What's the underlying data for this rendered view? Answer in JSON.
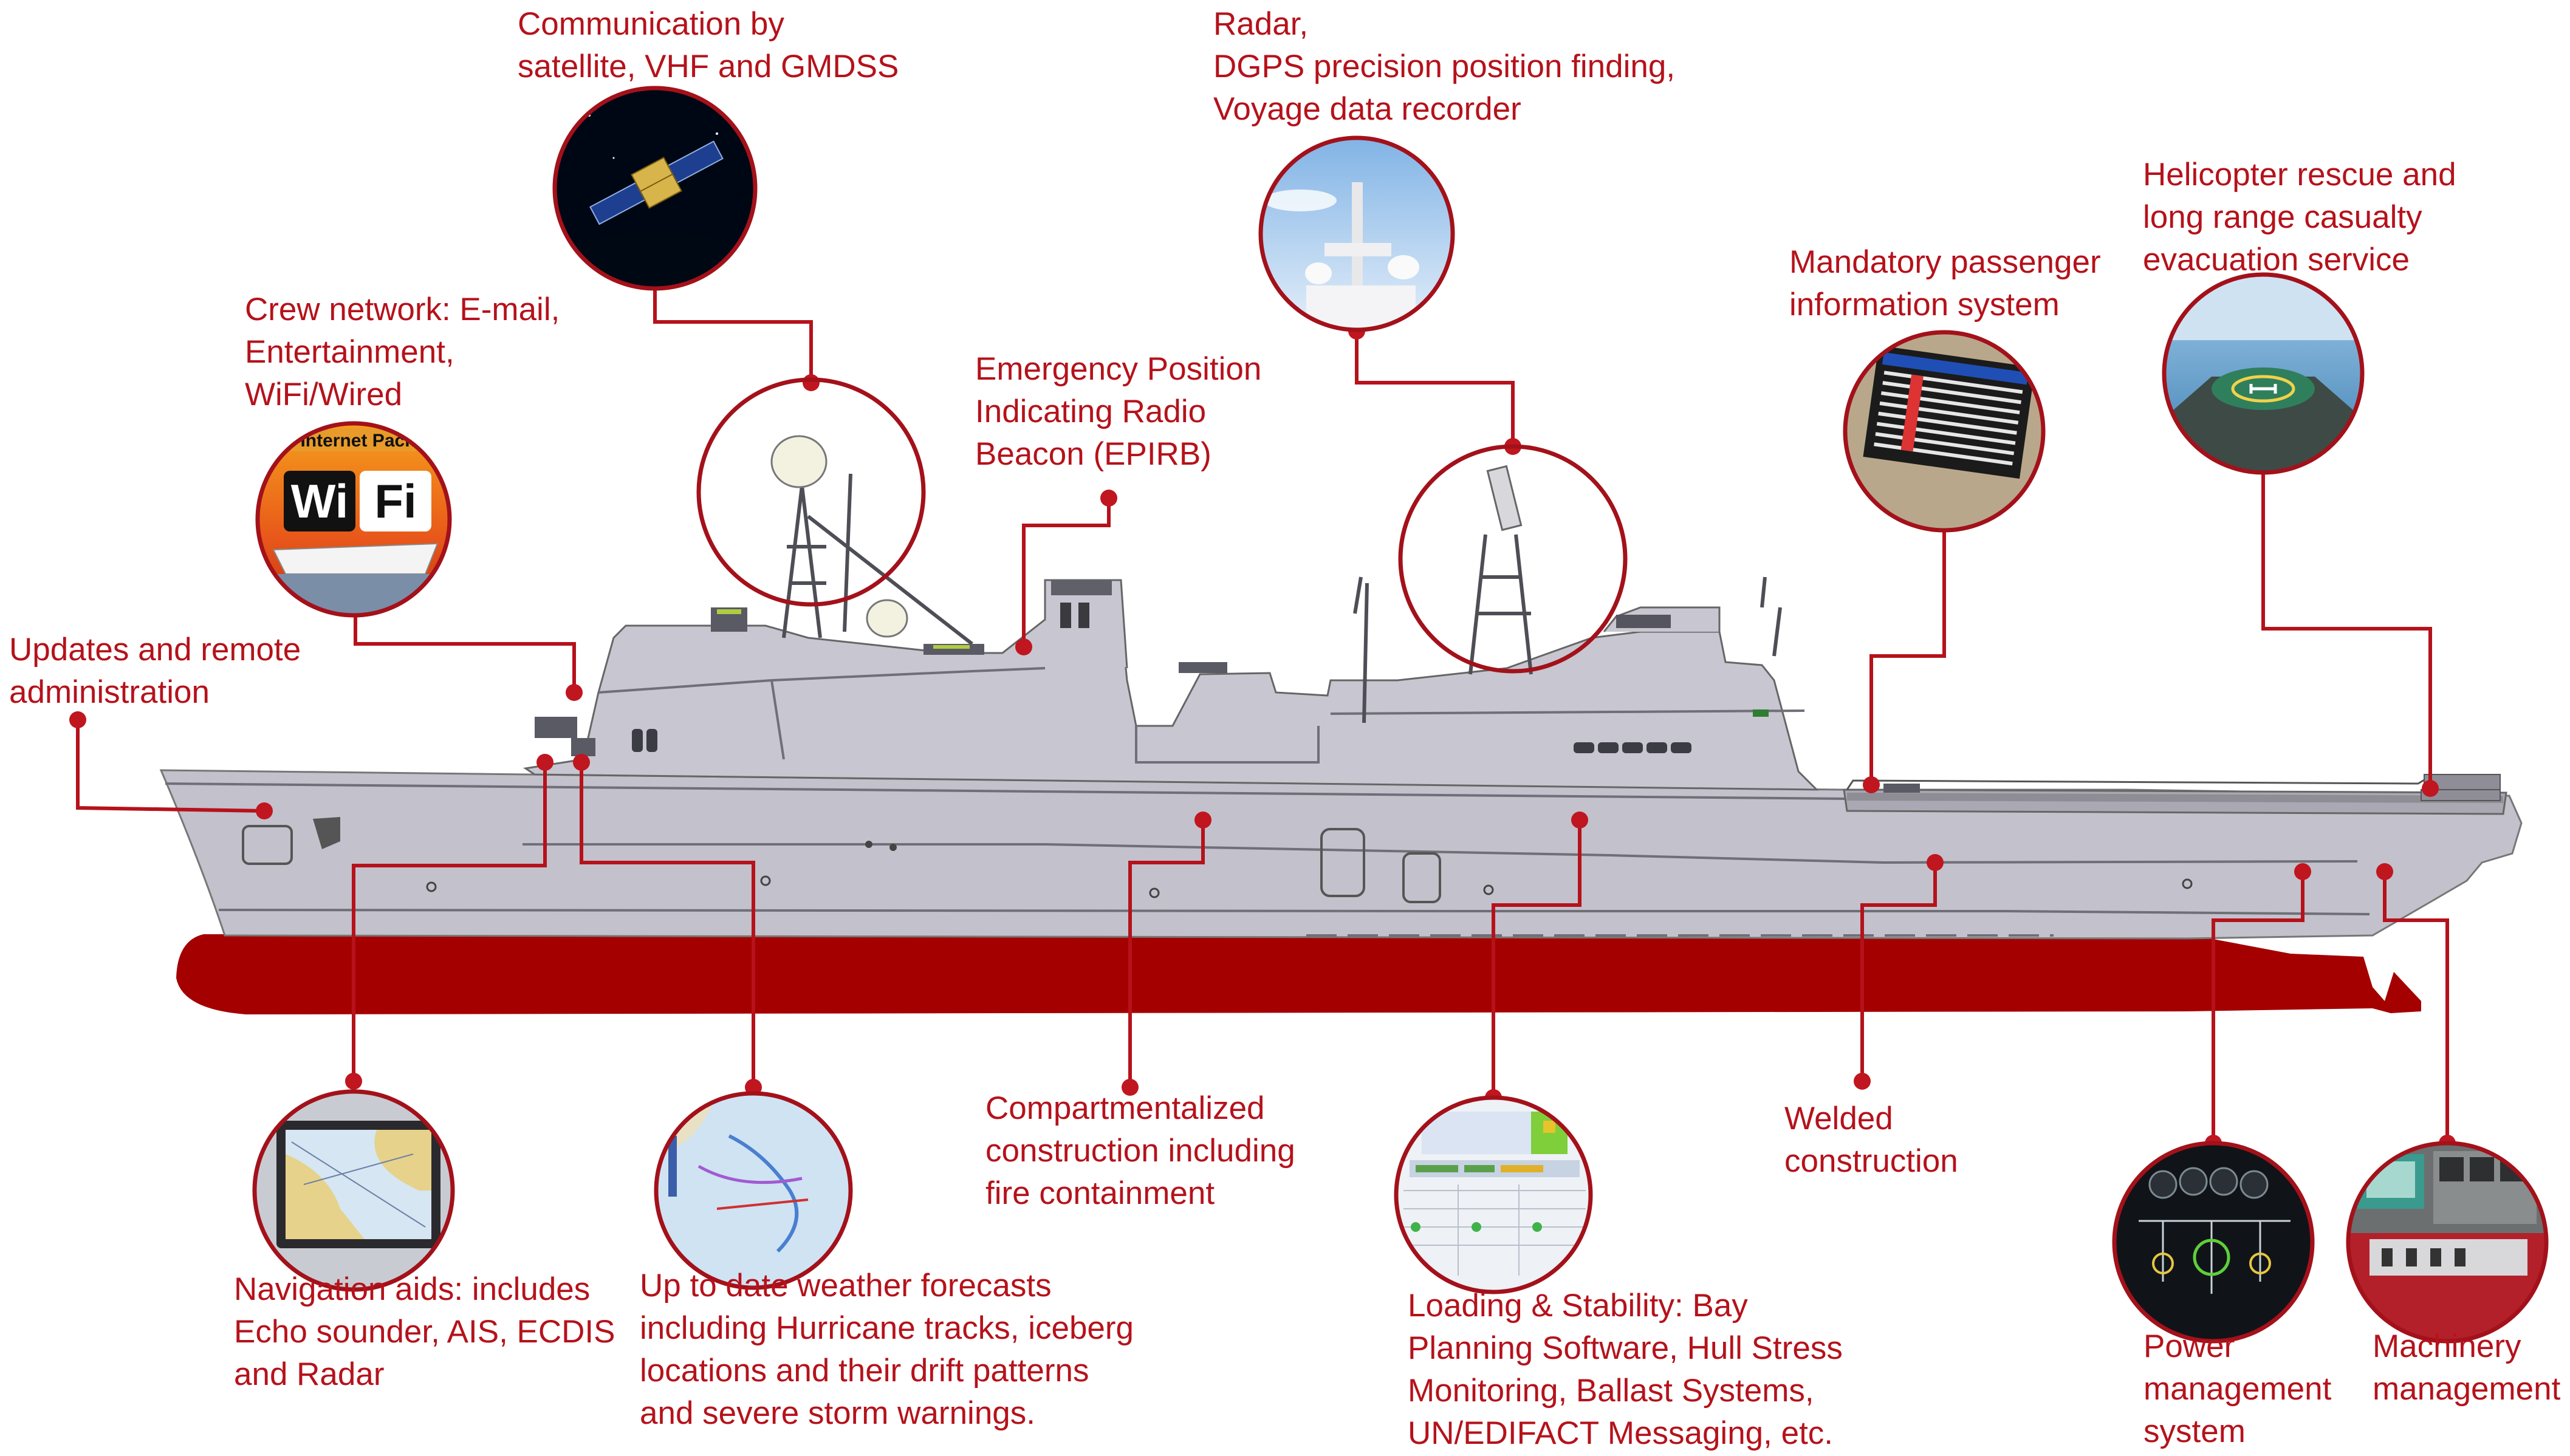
{
  "colors": {
    "callout_red": "#b5121b",
    "hull_grey": "#c3c1cb",
    "hull_red": "#a50000",
    "deck_dark": "#555560"
  },
  "callouts": [
    {
      "id": "updates",
      "text": "Updates and remote\nadministration"
    },
    {
      "id": "crew_network",
      "text": "Crew network: E-mail,\nEntertainment,\nWiFi/Wired",
      "thumbnail": "wifi-cruise-ship-icon",
      "thumbnail_text": {
        "banner": "ew Internet Packag",
        "wi": "Wi",
        "fi": "Fi"
      }
    },
    {
      "id": "communication",
      "text": "Communication by\nsatellite, VHF and GMDSS",
      "thumbnail": "satellite-icon"
    },
    {
      "id": "epirb",
      "text": "Emergency Position\nIndicating Radio\nBeacon (EPIRB)"
    },
    {
      "id": "radar",
      "text": "Radar,\nDGPS precision position finding,\nVoyage data recorder",
      "thumbnail": "radar-mast-icon"
    },
    {
      "id": "passenger_info",
      "text": "Mandatory passenger\ninformation system",
      "thumbnail": "departure-board-icon"
    },
    {
      "id": "helicopter",
      "text": "Helicopter rescue and\nlong range casualty\nevacuation service",
      "thumbnail": "helipad-icon"
    },
    {
      "id": "navigation",
      "text": "Navigation aids: includes\nEcho sounder, AIS, ECDIS\nand Radar",
      "thumbnail": "nautical-chart-monitor-icon"
    },
    {
      "id": "weather",
      "text": "Up to date weather forecasts\nincluding Hurricane tracks, iceberg\nlocations and their drift patterns\nand severe storm warnings.",
      "thumbnail": "weather-map-icon"
    },
    {
      "id": "compartments",
      "text": "Compartmentalized\nconstruction including\nfire containment"
    },
    {
      "id": "loading",
      "text": "Loading & Stability: Bay\nPlanning Software, Hull Stress\nMonitoring, Ballast Systems,\nUN/EDIFACT Messaging, etc.",
      "thumbnail": "stability-software-icon"
    },
    {
      "id": "welded",
      "text": "Welded\nconstruction"
    },
    {
      "id": "power",
      "text": "Power\nmanagement\nsystem",
      "thumbnail": "power-panel-icon"
    },
    {
      "id": "machinery",
      "text": "Machinery\nmanagement",
      "thumbnail": "control-room-icon"
    }
  ]
}
